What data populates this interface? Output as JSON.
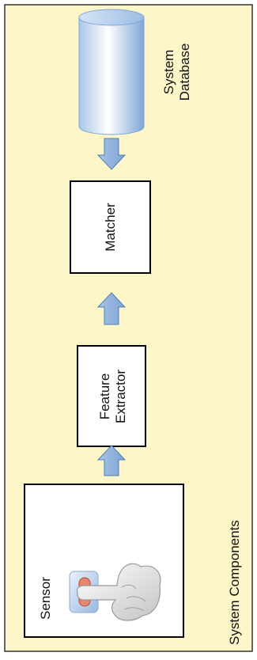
{
  "diagram": {
    "frame_label": "System Components",
    "components": {
      "sensor": "Sensor",
      "feature_extractor": [
        "Feature",
        "Extractor"
      ],
      "matcher": "Matcher",
      "database": [
        "System",
        "Database"
      ]
    },
    "colors": {
      "frame_fill": "#fdf6c9",
      "frame_stroke": "#333333",
      "box_fill": "#ffffff",
      "box_stroke": "#000000",
      "arrow_fill": "#8fb3de",
      "arrow_stroke": "#4f7fb8",
      "cylinder_light": "#ffffff",
      "cylinder_dark": "#8fb3de"
    }
  }
}
